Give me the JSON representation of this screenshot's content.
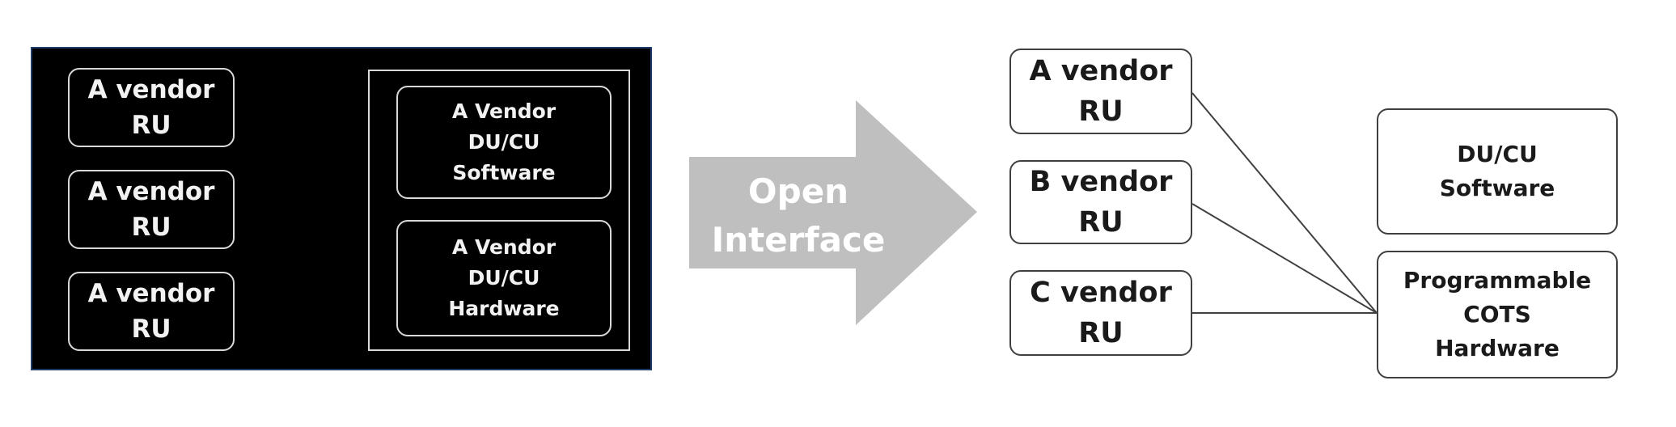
{
  "closed_side": {
    "ru_boxes": [
      {
        "label": "A vendor\nRU"
      },
      {
        "label": "A vendor\nRU"
      },
      {
        "label": "A vendor\nRU"
      }
    ],
    "software_box": {
      "label": "A Vendor\nDU/CU\nSoftware"
    },
    "hardware_box": {
      "label": "A Vendor\nDU/CU\nHardware"
    },
    "colors": {
      "background": "#000000",
      "border": "#1f3a6b",
      "box_line": "#d9d9d9",
      "text": "#f2f2f2"
    }
  },
  "arrow": {
    "label": "Open\nInterface",
    "color": "#bfbfbf"
  },
  "open_side": {
    "ru_boxes": [
      {
        "label": "A vendor\nRU"
      },
      {
        "label": "B vendor\nRU"
      },
      {
        "label": "C vendor\nRU"
      }
    ],
    "software_box": {
      "label": "DU/CU\nSoftware"
    },
    "hardware_box": {
      "label": "Programmable\nCOTS\nHardware"
    },
    "colors": {
      "box_line": "#404040",
      "text": "#1a1a1a"
    }
  }
}
